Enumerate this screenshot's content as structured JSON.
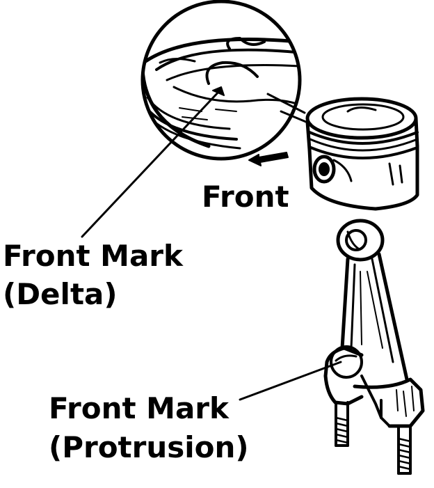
{
  "labels": {
    "front": "Front",
    "front_mark_delta_line1": "Front Mark",
    "front_mark_delta_line2": "(Delta)",
    "front_mark_protrusion_line1": "Front Mark",
    "front_mark_protrusion_line2": "(Protrusion)"
  },
  "colors": {
    "ink": "#000000",
    "paper": "#ffffff"
  }
}
